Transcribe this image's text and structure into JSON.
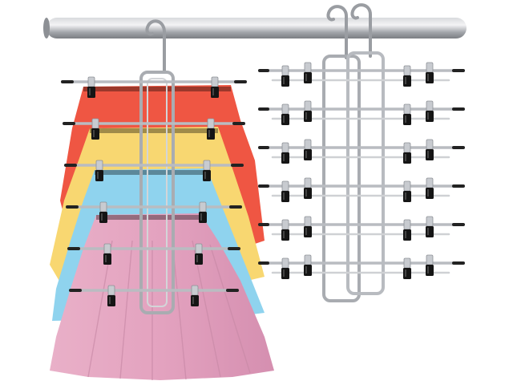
{
  "scene": {
    "background": "#ffffff",
    "subject": "skirt-hangers-product-photo"
  },
  "colors": {
    "rod": "#a9abaf",
    "rod_highlight": "#e6e7e9",
    "wire": "#b9bcc1",
    "wire_dark": "#7d8086",
    "clip_black": "#151515",
    "clip_metal": "#c8cbd0",
    "bar_tip": "#222222",
    "skirt_red": "#ef5643",
    "skirt_yellow": "#f8d771",
    "skirt_blue": "#8fd3ee",
    "skirt_pink": "#e7a7c2",
    "skirt_pink_dark": "#cf86a6"
  },
  "skirts": [
    {
      "name": "red-skirt",
      "color_key": "skirt_red"
    },
    {
      "name": "yellow-skirt",
      "color_key": "skirt_yellow"
    },
    {
      "name": "blue-skirt",
      "color_key": "skirt_blue"
    },
    {
      "name": "pink-skirt",
      "color_key": "skirt_pink"
    }
  ],
  "hangers": {
    "front_tiers": 6,
    "back_tiers": 6,
    "back_frames": 2
  }
}
